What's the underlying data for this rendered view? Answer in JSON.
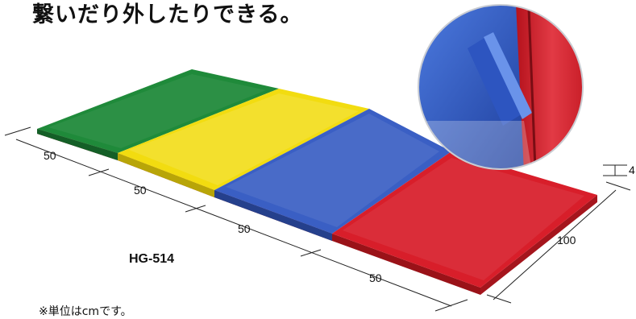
{
  "headline": {
    "line1": "繋いだり外したりできる。",
    "line2": "繋いだり外したりできる。"
  },
  "product": {
    "model": "HG-514",
    "panel_colors": [
      "#1f8a3a",
      "#f2dc10",
      "#3a5fc4",
      "#d81e2a"
    ]
  },
  "dimensions": {
    "panel1_width": "50",
    "panel2_width": "50",
    "panel3_width": "50",
    "panel4_width": "50",
    "depth": "100",
    "thickness": "4"
  },
  "note": "※単位はcmです。"
}
